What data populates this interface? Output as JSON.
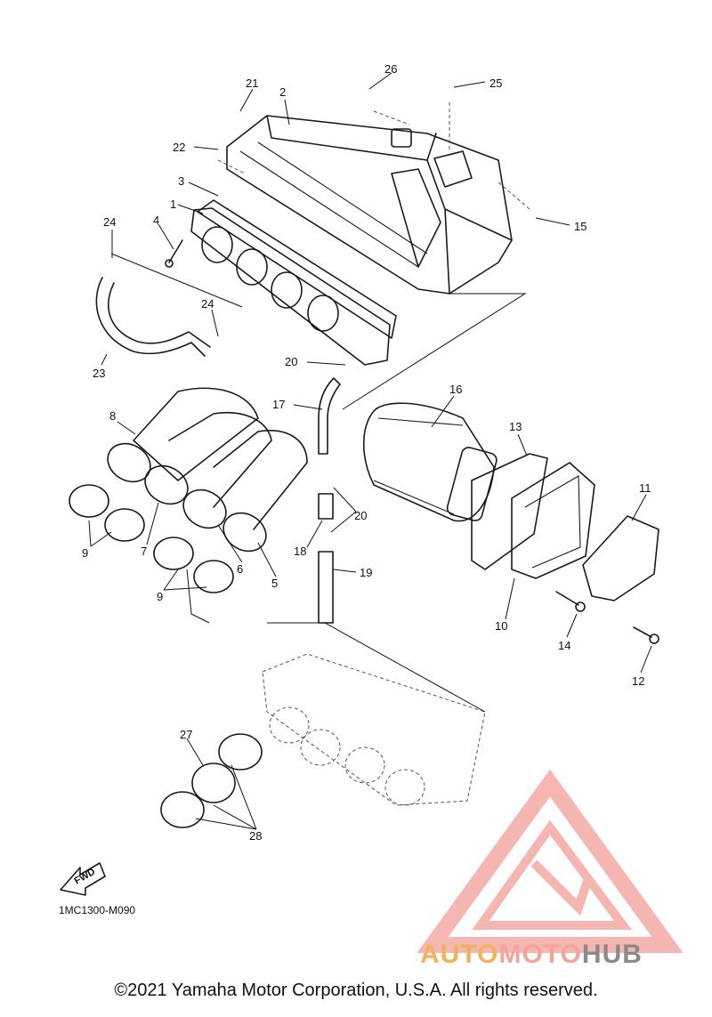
{
  "diagram": {
    "code": "1MC1300-M090",
    "fwd_label": "FWD",
    "callouts": [
      "1",
      "2",
      "3",
      "4",
      "5",
      "6",
      "7",
      "8",
      "9",
      "10",
      "11",
      "12",
      "13",
      "14",
      "15",
      "16",
      "17",
      "18",
      "19",
      "20",
      "21",
      "22",
      "23",
      "24",
      "25",
      "26",
      "27",
      "28"
    ]
  },
  "footer": {
    "copyright": "©2021 Yamaha Motor Corporation, U.S.A. All rights reserved."
  },
  "watermark": {
    "part1": "AUTO",
    "part2": "MOTO",
    "part3": "HUB",
    "colors": {
      "orange": "#f2b25c",
      "pink": "#f3a49c",
      "gray": "#8a8a8a"
    }
  }
}
